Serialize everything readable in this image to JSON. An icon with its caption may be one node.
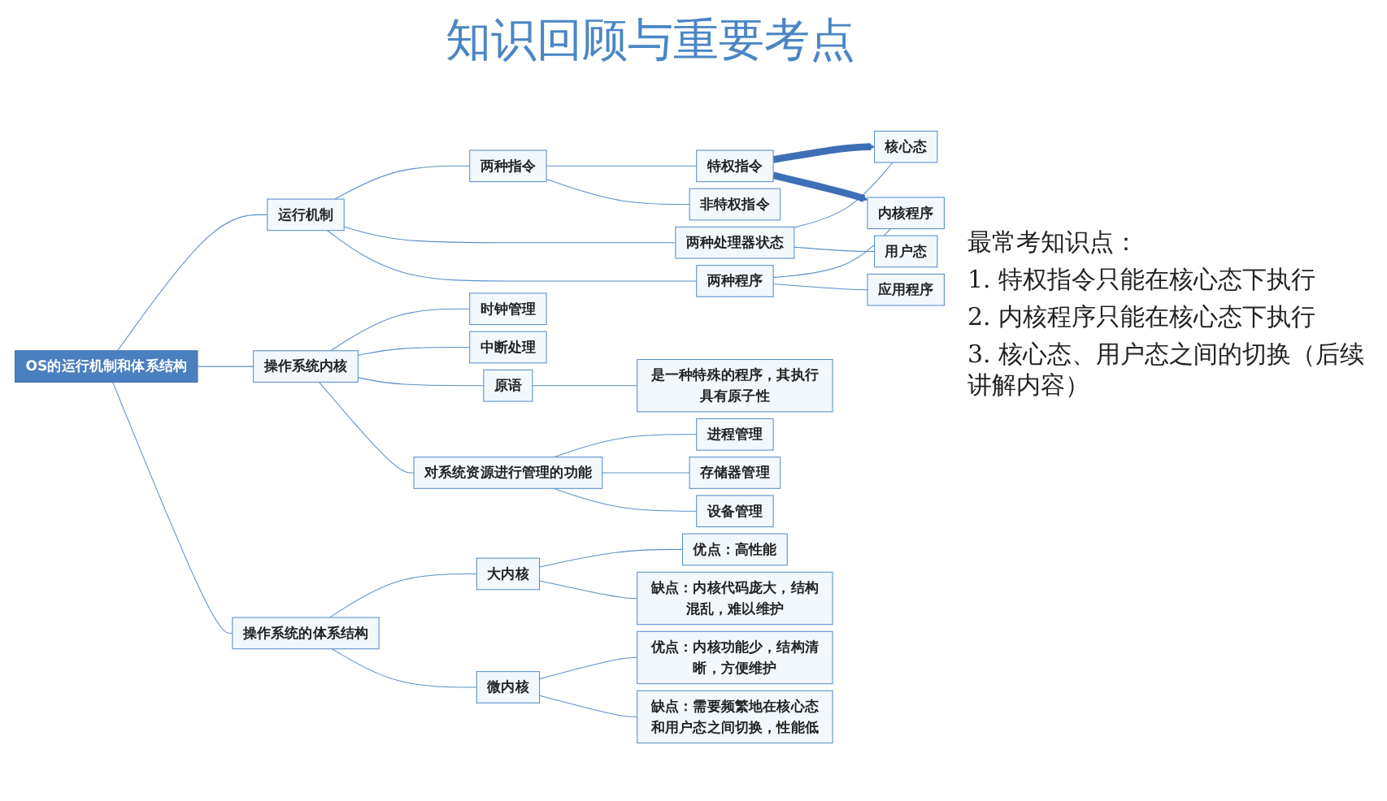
{
  "diagram": {
    "title": "知识回顾与重要考点",
    "nodes": [
      {
        "text": [
          "OS的运行机制和体系结构"
        ]
      },
      {
        "text": [
          "运行机制"
        ]
      },
      {
        "text": [
          "两种指令"
        ]
      },
      {
        "text": [
          "特权指令"
        ]
      },
      {
        "text": [
          "非特权指令"
        ]
      },
      {
        "text": [
          "两种处理器状态"
        ]
      },
      {
        "text": [
          "核心态"
        ]
      },
      {
        "text": [
          "用户态"
        ]
      },
      {
        "text": [
          "两种程序"
        ]
      },
      {
        "text": [
          "内核程序"
        ]
      },
      {
        "text": [
          "应用程序"
        ]
      },
      {
        "text": [
          "操作系统内核"
        ]
      },
      {
        "text": [
          "时钟管理"
        ]
      },
      {
        "text": [
          "中断处理"
        ]
      },
      {
        "text": [
          "原语"
        ]
      },
      {
        "text": [
          "是一种特殊的程序，其执行具有原子性"
        ]
      },
      {
        "text": [
          "对系统资源进行管理的功能"
        ]
      },
      {
        "text": [
          "进程管理"
        ]
      },
      {
        "text": [
          "存储器管理"
        ]
      },
      {
        "text": [
          "设备管理"
        ]
      },
      {
        "text": [
          "操作系统的体系结构"
        ]
      },
      {
        "text": [
          "大内核"
        ]
      },
      {
        "text": [
          "优点：高性能"
        ]
      },
      {
        "text": [
          "缺点：内核代码庞大，结构混乱，难以维护"
        ]
      },
      {
        "text": [
          "微内核"
        ]
      },
      {
        "text": [
          "优点：内核功能少，结构清晰，方便维护"
        ]
      },
      {
        "text": [
          "缺点：需要频繁地在核心态和用户态之间切换，性能低"
        ]
      }
    ],
    "edges": [
      {
        "from": 0,
        "to": 1,
        "arrow": "none"
      },
      {
        "from": 1,
        "to": 2,
        "arrow": "none"
      },
      {
        "from": 2,
        "to": 3,
        "arrow": "none"
      },
      {
        "from": 2,
        "to": 4,
        "arrow": "none"
      },
      {
        "from": 1,
        "to": 5,
        "arrow": "none"
      },
      {
        "from": 5,
        "to": 6,
        "arrow": "none"
      },
      {
        "from": 5,
        "to": 7,
        "arrow": "none"
      },
      {
        "from": 1,
        "to": 8,
        "arrow": "none"
      },
      {
        "from": 8,
        "to": 9,
        "arrow": "none"
      },
      {
        "from": 8,
        "to": 10,
        "arrow": "none"
      },
      {
        "from": 0,
        "to": 11,
        "arrow": "none"
      },
      {
        "from": 11,
        "to": 12,
        "arrow": "none"
      },
      {
        "from": 11,
        "to": 13,
        "arrow": "none"
      },
      {
        "from": 11,
        "to": 14,
        "arrow": "none"
      },
      {
        "from": 14,
        "to": 15,
        "arrow": "none"
      },
      {
        "from": 11,
        "to": 16,
        "arrow": "none"
      },
      {
        "from": 16,
        "to": 17,
        "arrow": "none"
      },
      {
        "from": 16,
        "to": 18,
        "arrow": "none"
      },
      {
        "from": 16,
        "to": 19,
        "arrow": "none"
      },
      {
        "from": 0,
        "to": 20,
        "arrow": "none"
      },
      {
        "from": 20,
        "to": 21,
        "arrow": "none"
      },
      {
        "from": 21,
        "to": 22,
        "arrow": "none"
      },
      {
        "from": 21,
        "to": 23,
        "arrow": "none"
      },
      {
        "from": 20,
        "to": 24,
        "arrow": "none"
      },
      {
        "from": 24,
        "to": 25,
        "arrow": "none"
      },
      {
        "from": 24,
        "to": 26,
        "arrow": "none"
      },
      {
        "from": 3,
        "to": 6,
        "arrow": "to",
        "style": "thick",
        "color": "#3d6fb6"
      },
      {
        "from": 3,
        "to": 9,
        "arrow": "to",
        "style": "thick",
        "color": "#3d6fb6"
      }
    ],
    "labels": [
      "最常考知识点：",
      "1. 特权指令只能在核心态下执行",
      "2. 内核程序只能在核心态下执行",
      "3. 核心态、用户态之间的切换（后续讲解内容）"
    ]
  }
}
